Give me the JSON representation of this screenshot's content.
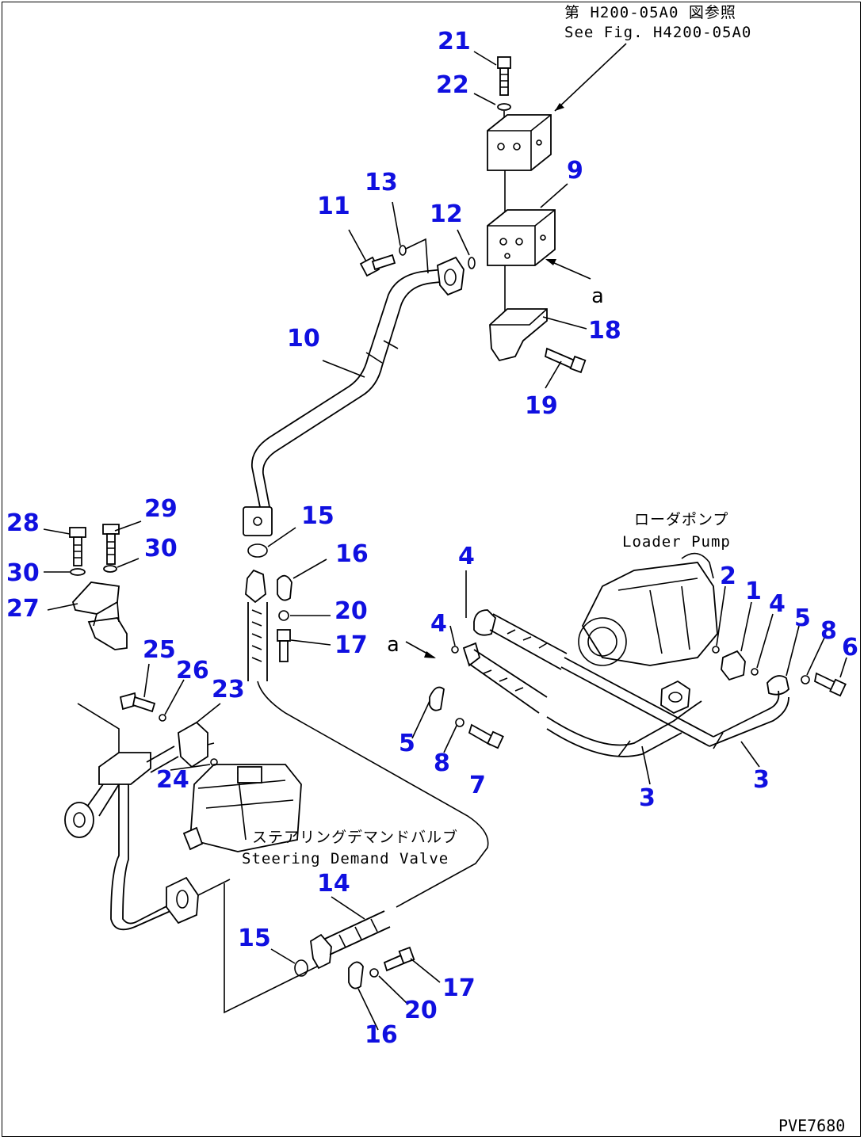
{
  "diagram": {
    "ref_note_jp": "第 H200-05A0 図参照",
    "ref_note_en": "See Fig. H4200-05A0",
    "loader_pump_jp": "ローダポンプ",
    "loader_pump_en": "Loader Pump",
    "steering_valve_jp": "ステアリングデマンドバルブ",
    "steering_valve_en": "Steering Demand Valve",
    "marker_a": "a",
    "drawing_code": "PVE7680"
  },
  "callouts": [
    {
      "id": "c21",
      "label": "21"
    },
    {
      "id": "c22",
      "label": "22"
    },
    {
      "id": "c9",
      "label": "9"
    },
    {
      "id": "c11",
      "label": "11"
    },
    {
      "id": "c13",
      "label": "13"
    },
    {
      "id": "c12",
      "label": "12"
    },
    {
      "id": "c10",
      "label": "10"
    },
    {
      "id": "c18",
      "label": "18"
    },
    {
      "id": "c19",
      "label": "19"
    },
    {
      "id": "c28",
      "label": "28"
    },
    {
      "id": "c29",
      "label": "29"
    },
    {
      "id": "c30a",
      "label": "30"
    },
    {
      "id": "c30b",
      "label": "30"
    },
    {
      "id": "c27",
      "label": "27"
    },
    {
      "id": "c15a",
      "label": "15"
    },
    {
      "id": "c16a",
      "label": "16"
    },
    {
      "id": "c20a",
      "label": "20"
    },
    {
      "id": "c17a",
      "label": "17"
    },
    {
      "id": "c4a",
      "label": "4"
    },
    {
      "id": "c4b",
      "label": "4"
    },
    {
      "id": "c2",
      "label": "2"
    },
    {
      "id": "c1",
      "label": "1"
    },
    {
      "id": "c4c",
      "label": "4"
    },
    {
      "id": "c5a",
      "label": "5"
    },
    {
      "id": "c8a",
      "label": "8"
    },
    {
      "id": "c6",
      "label": "6"
    },
    {
      "id": "c25",
      "label": "25"
    },
    {
      "id": "c26",
      "label": "26"
    },
    {
      "id": "c23",
      "label": "23"
    },
    {
      "id": "c24",
      "label": "24"
    },
    {
      "id": "c5b",
      "label": "5"
    },
    {
      "id": "c8b",
      "label": "8"
    },
    {
      "id": "c7",
      "label": "7"
    },
    {
      "id": "c3a",
      "label": "3"
    },
    {
      "id": "c3b",
      "label": "3"
    },
    {
      "id": "c14",
      "label": "14"
    },
    {
      "id": "c15b",
      "label": "15"
    },
    {
      "id": "c17b",
      "label": "17"
    },
    {
      "id": "c20b",
      "label": "20"
    },
    {
      "id": "c16b",
      "label": "16"
    }
  ]
}
